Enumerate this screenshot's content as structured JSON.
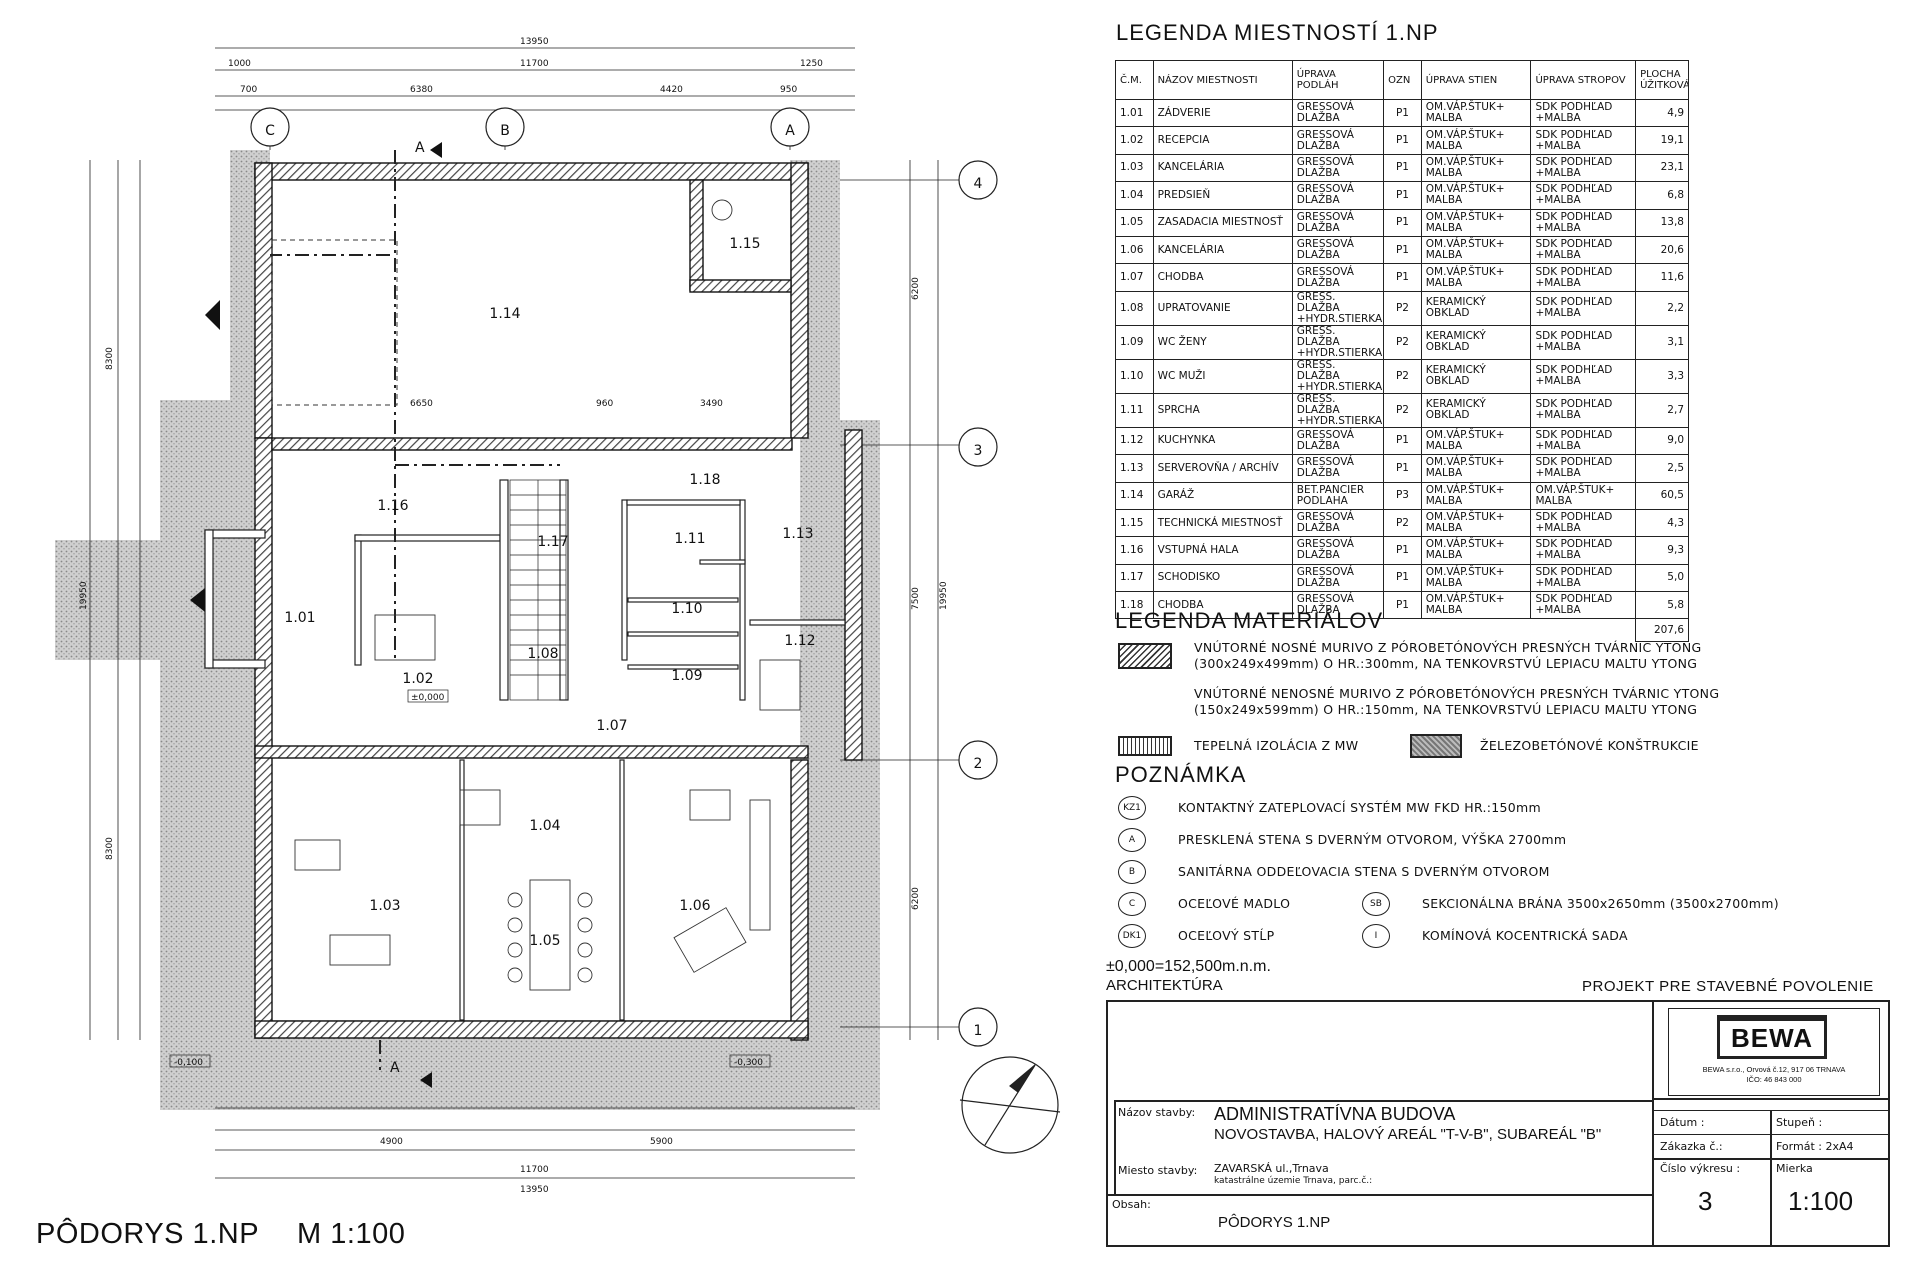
{
  "plan": {
    "title": "PÔDORYS 1.NP",
    "scale": "M 1:100",
    "grid_letters": [
      "C",
      "B",
      "A"
    ],
    "grid_numbers": [
      "4",
      "3",
      "2",
      "1"
    ],
    "rooms": [
      {
        "id": "1.14"
      },
      {
        "id": "1.15"
      },
      {
        "id": "1.16"
      },
      {
        "id": "1.17"
      },
      {
        "id": "1.18"
      },
      {
        "id": "1.11"
      },
      {
        "id": "1.13"
      },
      {
        "id": "1.10"
      },
      {
        "id": "1.09"
      },
      {
        "id": "1.12"
      },
      {
        "id": "1.01"
      },
      {
        "id": "1.02"
      },
      {
        "id": "1.08"
      },
      {
        "id": "1.07"
      },
      {
        "id": "1.04"
      },
      {
        "id": "1.03"
      },
      {
        "id": "1.05"
      },
      {
        "id": "1.06"
      }
    ],
    "dims": {
      "top_total": "13950",
      "top_inner": "11700",
      "top_left": "1000",
      "top_right": "1250",
      "top_a": "6380",
      "top_b": "4420",
      "top_c": "700",
      "top_d": "950",
      "bottom_total": "13950",
      "bottom_inner": "11700",
      "bottom_a": "4900",
      "bottom_b": "5900",
      "right_total": "19950",
      "right_a": "6200",
      "right_b": "7500",
      "right_c": "6200",
      "left_a": "8300",
      "left_b": "8300",
      "left_c": "19950",
      "mid": "6650",
      "mid2": "3490",
      "mid3": "960"
    },
    "markers": {
      "section": "A",
      "level": "±0,000",
      "level_neg": "-0,100",
      "level_neg2": "-0,300"
    }
  },
  "room_legend": {
    "title": "LEGENDA MIESTNOSTÍ 1.NP",
    "headers": [
      "Č.M.",
      "NÁZOV MIESTNOSTI",
      "ÚPRAVA PODLÁH",
      "OZN",
      "ÚPRAVA STIEN",
      "ÚPRAVA STROPOV",
      "PLOCHA ÚŽITKOVÁ"
    ],
    "rows": [
      [
        "1.01",
        "ZÁDVERIE",
        "GRESSOVÁ DLAŽBA",
        "P1",
        "OM.VÁP.ŠTUK+ MALBA",
        "SDK PODHĽAD +MALBA",
        "4,9"
      ],
      [
        "1.02",
        "RECEPCIA",
        "GRESSOVÁ DLAŽBA",
        "P1",
        "OM.VÁP.ŠTUK+ MALBA",
        "SDK PODHĽAD +MALBA",
        "19,1"
      ],
      [
        "1.03",
        "KANCELÁRIA",
        "GRESSOVÁ DLAŽBA",
        "P1",
        "OM.VÁP.ŠTUK+ MALBA",
        "SDK PODHĽAD +MALBA",
        "23,1"
      ],
      [
        "1.04",
        "PREDSIEŇ",
        "GRESSOVÁ DLAŽBA",
        "P1",
        "OM.VÁP.ŠTUK+ MALBA",
        "SDK PODHĽAD +MALBA",
        "6,8"
      ],
      [
        "1.05",
        "ZASADACIA MIESTNOSŤ",
        "GRESSOVÁ DLAŽBA",
        "P1",
        "OM.VÁP.ŠTUK+ MALBA",
        "SDK PODHĽAD +MALBA",
        "13,8"
      ],
      [
        "1.06",
        "KANCELÁRIA",
        "GRESSOVÁ DLAŽBA",
        "P1",
        "OM.VÁP.ŠTUK+ MALBA",
        "SDK PODHĽAD +MALBA",
        "20,6"
      ],
      [
        "1.07",
        "CHODBA",
        "GRESSOVÁ DLAŽBA",
        "P1",
        "OM.VÁP.ŠTUK+ MALBA",
        "SDK PODHĽAD +MALBA",
        "11,6"
      ],
      [
        "1.08",
        "UPRATOVANIE",
        "GRESS. DLAŽBA +HYDR.STIERKA",
        "P2",
        "KERAMICKÝ OBKLAD",
        "SDK PODHĽAD +MALBA",
        "2,2"
      ],
      [
        "1.09",
        "WC ŽENY",
        "GRESS. DLAŽBA +HYDR.STIERKA",
        "P2",
        "KERAMICKÝ OBKLAD",
        "SDK PODHĽAD +MALBA",
        "3,1"
      ],
      [
        "1.10",
        "WC MUŽI",
        "GRESS. DLAŽBA +HYDR.STIERKA",
        "P2",
        "KERAMICKÝ OBKLAD",
        "SDK PODHĽAD +MALBA",
        "3,3"
      ],
      [
        "1.11",
        "SPRCHA",
        "GRESS. DLAŽBA +HYDR.STIERKA",
        "P2",
        "KERAMICKÝ OBKLAD",
        "SDK PODHĽAD +MALBA",
        "2,7"
      ],
      [
        "1.12",
        "KUCHYNKA",
        "GRESSOVÁ DLAŽBA",
        "P1",
        "OM.VÁP.ŠTUK+ MALBA",
        "SDK PODHĽAD +MALBA",
        "9,0"
      ],
      [
        "1.13",
        "SERVEROVŇA / ARCHÍV",
        "GRESSOVÁ DLAŽBA",
        "P1",
        "OM.VÁP.ŠTUK+ MALBA",
        "SDK PODHĽAD +MALBA",
        "2,5"
      ],
      [
        "1.14",
        "GARÁŽ",
        "BET.PANCIER PODLAHA",
        "P3",
        "OM.VÁP.ŠTUK+ MALBA",
        "OM.VÁP.ŠTUK+ MALBA",
        "60,5"
      ],
      [
        "1.15",
        "TECHNICKÁ MIESTNOSŤ",
        "GRESSOVÁ DLAŽBA",
        "P2",
        "OM.VÁP.ŠTUK+ MALBA",
        "SDK PODHĽAD +MALBA",
        "4,3"
      ],
      [
        "1.16",
        "VSTUPNÁ HALA",
        "GRESSOVÁ DLAŽBA",
        "P1",
        "OM.VÁP.ŠTUK+ MALBA",
        "SDK PODHĽAD +MALBA",
        "9,3"
      ],
      [
        "1.17",
        "SCHODISKO",
        "GRESSOVÁ DLAŽBA",
        "P1",
        "OM.VÁP.ŠTUK+ MALBA",
        "SDK PODHĽAD +MALBA",
        "5,0"
      ],
      [
        "1.18",
        "CHODBA",
        "GRESSOVÁ DLAŽBA",
        "P1",
        "OM.VÁP.ŠTUK+ MALBA",
        "SDK PODHĽAD +MALBA",
        "5,8"
      ]
    ],
    "total": "207,6"
  },
  "materials": {
    "title": "LEGENDA MATERIÁLOV",
    "ytong300_l1": "VNÚTORNÉ NOSNÉ MURIVO Z PÓROBETÓNOVÝCH PRESNÝCH TVÁRNIC YTONG",
    "ytong300_l2": "(300x249x499mm) O HR.:300mm, NA TENKOVRSTVÚ LEPIACU MALTU YTONG",
    "ytong150_l1": "VNÚTORNÉ NENOSNÉ MURIVO Z PÓROBETÓNOVÝCH PRESNÝCH TVÁRNIC YTONG",
    "ytong150_l2": "(150x249x599mm) O HR.:150mm, NA TENKOVRSTVÚ LEPIACU MALTU YTONG",
    "mw": "TEPELNÁ IZOLÁCIA Z MW",
    "concrete": "ŽELEZOBETÓNOVÉ KONŠTRUKCIE"
  },
  "notes": {
    "title": "POZNÁMKA",
    "items": [
      {
        "sym": "KZ1",
        "text": "KONTAKTNÝ ZATEPLOVACÍ SYSTÉM  MW FKD HR.:150mm"
      },
      {
        "sym": "A",
        "text": "PRESKLENÁ STENA S DVERNÝM OTVOROM, VÝŠKA 2700mm"
      },
      {
        "sym": "B",
        "text": "SANITÁRNA ODDEĽOVACIA STENA S DVERNÝM OTVOROM"
      },
      {
        "sym": "C",
        "text": "OCEĽOVÉ MADLO"
      },
      {
        "sym": "DK1",
        "text": "OCEĽOVÝ STĹP"
      },
      {
        "sym": "SB",
        "text": "SEKCIONÁLNA BRÁNA 3500x2650mm (3500x2700mm)"
      },
      {
        "sym": "I",
        "text": "KOMÍNOVÁ KOCENTRICKÁ SADA"
      }
    ],
    "level": "±0,000=152,500m.n.m.",
    "section": "ARCHITEKTÚRA",
    "project": "PROJEKT PRE STAVEBNÉ POVOLENIE"
  },
  "title_block": {
    "logo": "BEWA",
    "logo_sub": "BEWA s.r.o., Orvová č.12, 917 06 TRNAVA",
    "logo_ico": "IČO: 46 843 000",
    "stavba_label": "Názov stavby:",
    "stavba_l1": "ADMINISTRATÍVNA BUDOVA",
    "stavba_l2": "NOVOSTAVBA, HALOVÝ AREÁL \"T-V-B\", SUBAREÁL \"B\"",
    "miesto_label": "Miesto stavby:",
    "miesto_l1": "ZAVARSKÁ ul.,Trnava",
    "miesto_l2": "katastrálne územie Trnava, parc.č.:",
    "obsah_label": "Obsah:",
    "obsah": "PÔDORYS 1.NP",
    "datum": "Dátum :",
    "stupen": "Stupeň :",
    "zakazka": "Zákazka č.:",
    "format": "Formát : 2xA4",
    "cislo_label": "Číslo výkresu :",
    "cislo": "3",
    "mierka_label": "Mierka",
    "mierka": "1:100"
  }
}
